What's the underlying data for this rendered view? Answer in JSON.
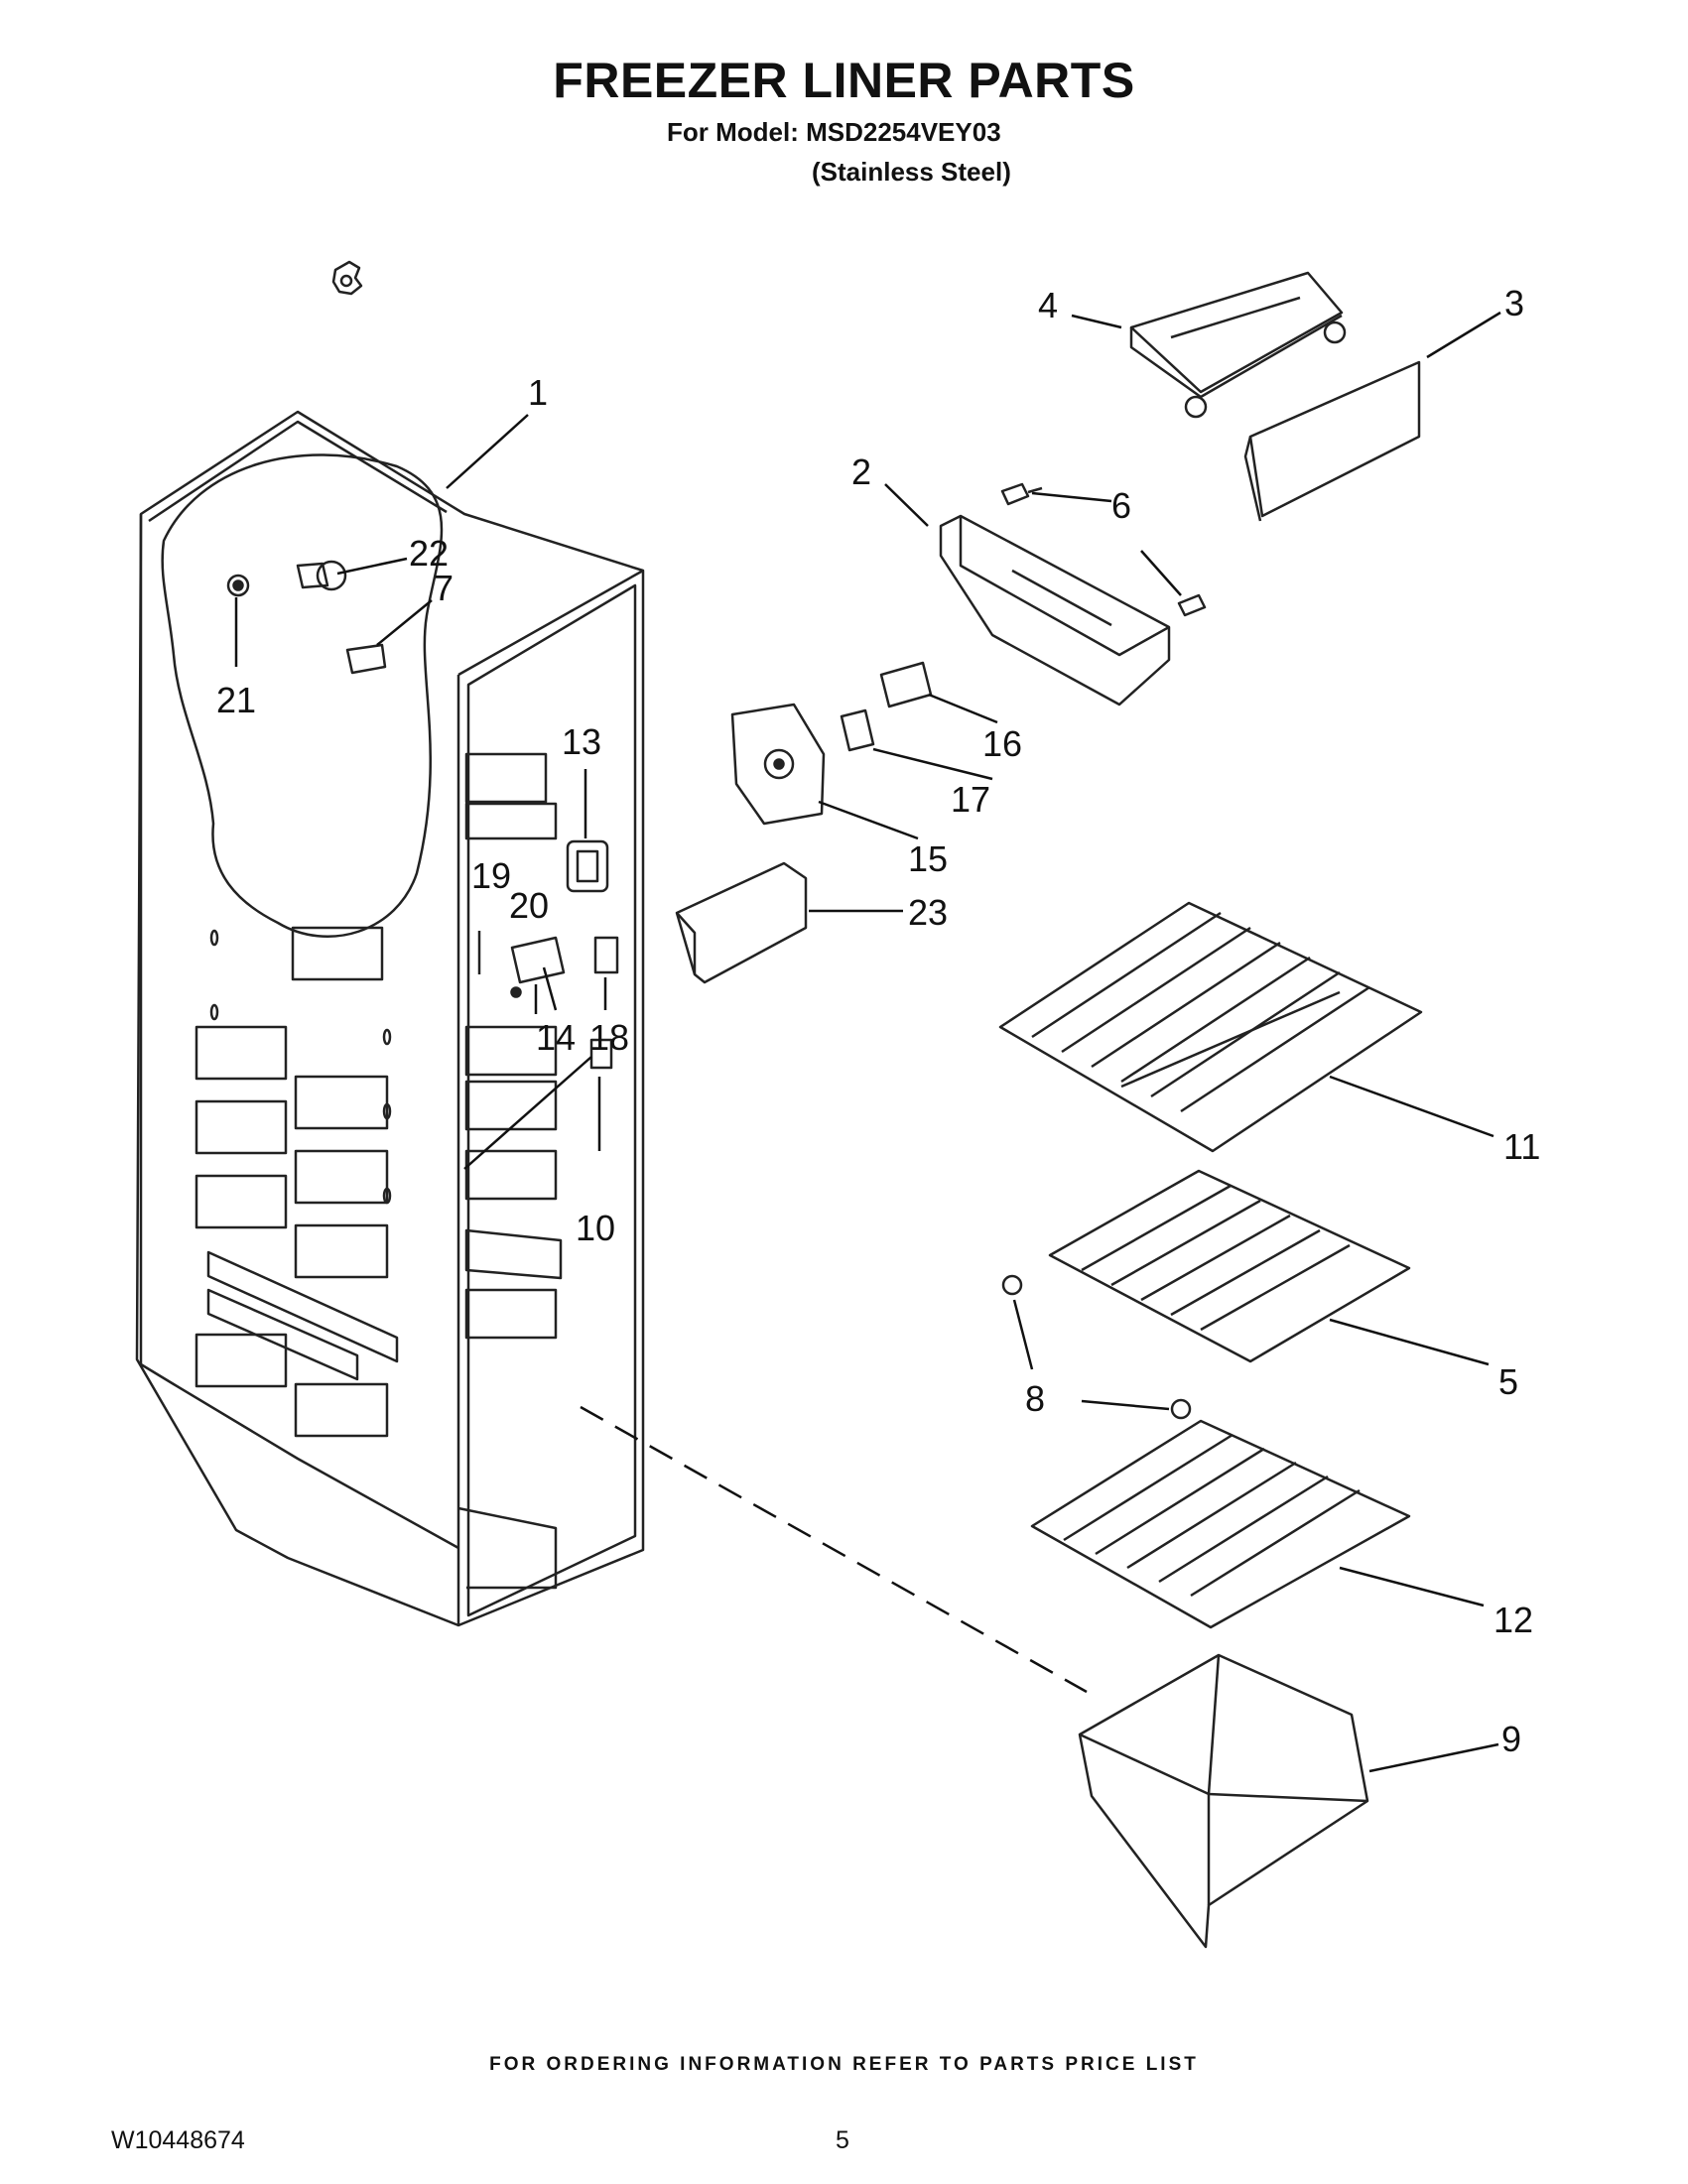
{
  "header": {
    "title": "FREEZER LINER PARTS",
    "model_line": "For Model: MSD2254VEY03",
    "finish_line": "(Stainless Steel)"
  },
  "callouts": [
    "1",
    "2",
    "3",
    "4",
    "5",
    "6",
    "7",
    "8",
    "9",
    "10",
    "11",
    "12",
    "13",
    "14",
    "15",
    "16",
    "17",
    "18",
    "19",
    "20",
    "21",
    "22",
    "23"
  ],
  "footer": {
    "ordering_info": "FOR ORDERING INFORMATION REFER TO PARTS PRICE LIST",
    "doc_number": "W10448674",
    "page_number": "5"
  }
}
